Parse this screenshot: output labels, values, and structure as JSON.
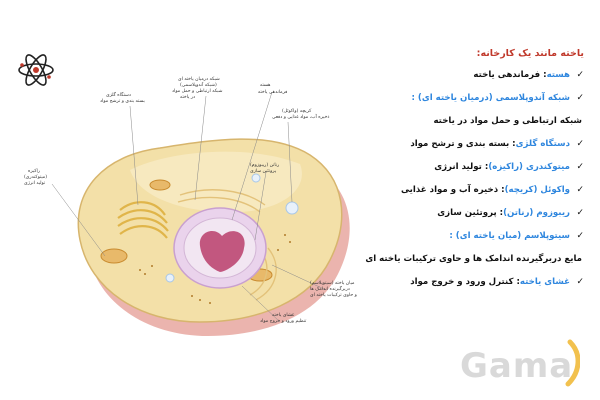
{
  "logo": {
    "icon": "atom-icon"
  },
  "panel": {
    "heading": "یاخته مانند یک کارخانه:",
    "items": [
      {
        "term": "هسته",
        "desc": ": فرماندهی یاخته",
        "check": true,
        "term_color": "#2e86de"
      },
      {
        "term": "شبکه آندوپلاسمی (درمیان یاخته ای) :",
        "desc": "",
        "check": true,
        "term_color": "#2e86de"
      },
      {
        "term": "",
        "desc": "شبکه ارتباطی و حمل مواد در یاخته",
        "check": false,
        "term_color": "#2e86de"
      },
      {
        "term": "دستگاه گلژی",
        "desc": ": بسته بندی و ترشح مواد",
        "check": true,
        "term_color": "#2e86de"
      },
      {
        "term": "میتوکندری (راکیزه)",
        "desc": ": تولید انرژی",
        "check": true,
        "term_color": "#2e86de"
      },
      {
        "term": "واکوئل (کریچه)",
        "desc": ": ذخیره آب و مواد غذایی",
        "check": true,
        "term_color": "#2e86de"
      },
      {
        "term": "ریبوزوم (رناتن)",
        "desc": ": پروتئین سازی",
        "check": true,
        "term_color": "#2e86de"
      },
      {
        "term": "سیتوپلاسم (میان یاخته ای) :",
        "desc": "",
        "check": true,
        "term_color": "#2e86de"
      },
      {
        "term": "",
        "desc": "مایع دربرگیرنده اندامک ها و حاوی ترکیبات یاخته ای",
        "check": false,
        "term_color": "#2e86de"
      },
      {
        "term": "غشای یاخته",
        "desc": ": کنترل ورود و خروج مواد",
        "check": true,
        "term_color": "#2e86de"
      }
    ]
  },
  "diagram": {
    "labels": {
      "nucleus": "هسته فرماندهی یاخته",
      "er": "شبکه درمیان یاخته ای (شبکه آندوپلاسمی) شبکه ارتباطی و حمل مواد در یاخته",
      "golgi": "دستگاه گلژی بسته بندی و ترشح مواد",
      "vacuole": "کریچه (واکوئل) ذخیره آب، مواد غذایی و دفعی",
      "ribosome": "رناتن (ریبوزوم) پروتئین سازی",
      "mitochondria": "راکیزه (میتوکندری) تولید انرژی",
      "cytoplasm": "میان یاخته (سیتوپلاسم) دربرگیرنده اندامک ها و حاوی ترکیبات یاخته ای",
      "membrane": "غشای یاخته تنظیم ورود و خروج مواد"
    }
  },
  "watermark": {
    "text": "Gama",
    "color": "#d9d9d9",
    "accent": "#f2c14e"
  },
  "colors": {
    "heading": "#c0392b",
    "term": "#2e86de",
    "cell_base": "#f3e0a8",
    "nucleus": "#d98fb0",
    "membrane": "#e8a7a0"
  }
}
